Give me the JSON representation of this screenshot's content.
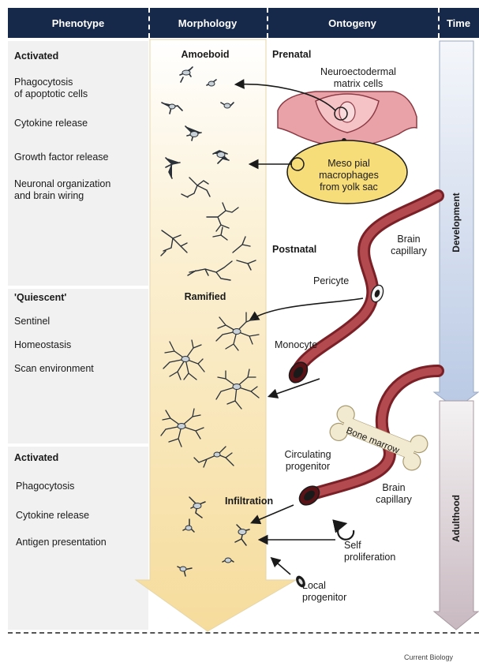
{
  "header": {
    "phenotype": "Phenotype",
    "morphology": "Morphology",
    "ontogeny": "Ontogeny",
    "time": "Time"
  },
  "phenotype": {
    "group1": {
      "title": "Activated",
      "items": [
        "Phagocytosis\nof apoptotic cells",
        "Cytokine release",
        "Growth factor release",
        "Neuronal organization\nand brain wiring"
      ]
    },
    "group2": {
      "title": "'Quiescent'",
      "items": [
        "Sentinel",
        "Homeostasis",
        "Scan environment"
      ]
    },
    "group3": {
      "title": "Activated",
      "items": [
        "Phagocytosis",
        "Cytokine release",
        "Antigen presentation"
      ]
    }
  },
  "morphology": {
    "amoeboid": "Amoeboid",
    "ramified": "Ramified",
    "infiltration": "Infiltration"
  },
  "ontogeny": {
    "prenatal": "Prenatal",
    "neuroectodermal": "Neuroectodermal\nmatrix cells",
    "meso_pial": "Meso pial\nmacrophages\nfrom yolk sac",
    "postnatal": "Postnatal",
    "brain_capillary_1": "Brain\ncapillary",
    "pericyte": "Pericyte",
    "monocyte": "Monocyte",
    "bone_marrow": "Bone marrow",
    "circulating_progenitor": "Circulating\nprogenitor",
    "brain_capillary_2": "Brain\ncapillary",
    "self_proliferation": "Self\nproliferation",
    "local_progenitor": "Local\nprogenitor"
  },
  "time": {
    "development": "Development",
    "adulthood": "Adulthood"
  },
  "footer": {
    "source": "Current Biology"
  },
  "colors": {
    "header_bg": "#17294a",
    "vessel": "#8b2a2e",
    "yolk": "#f7dc7a",
    "neural_tube": "#e9a3a8",
    "development_arrow": "#ccd7ea",
    "adulthood_arrow": "#d8cdd2",
    "morphology_arrow": "#f9e7b8"
  }
}
